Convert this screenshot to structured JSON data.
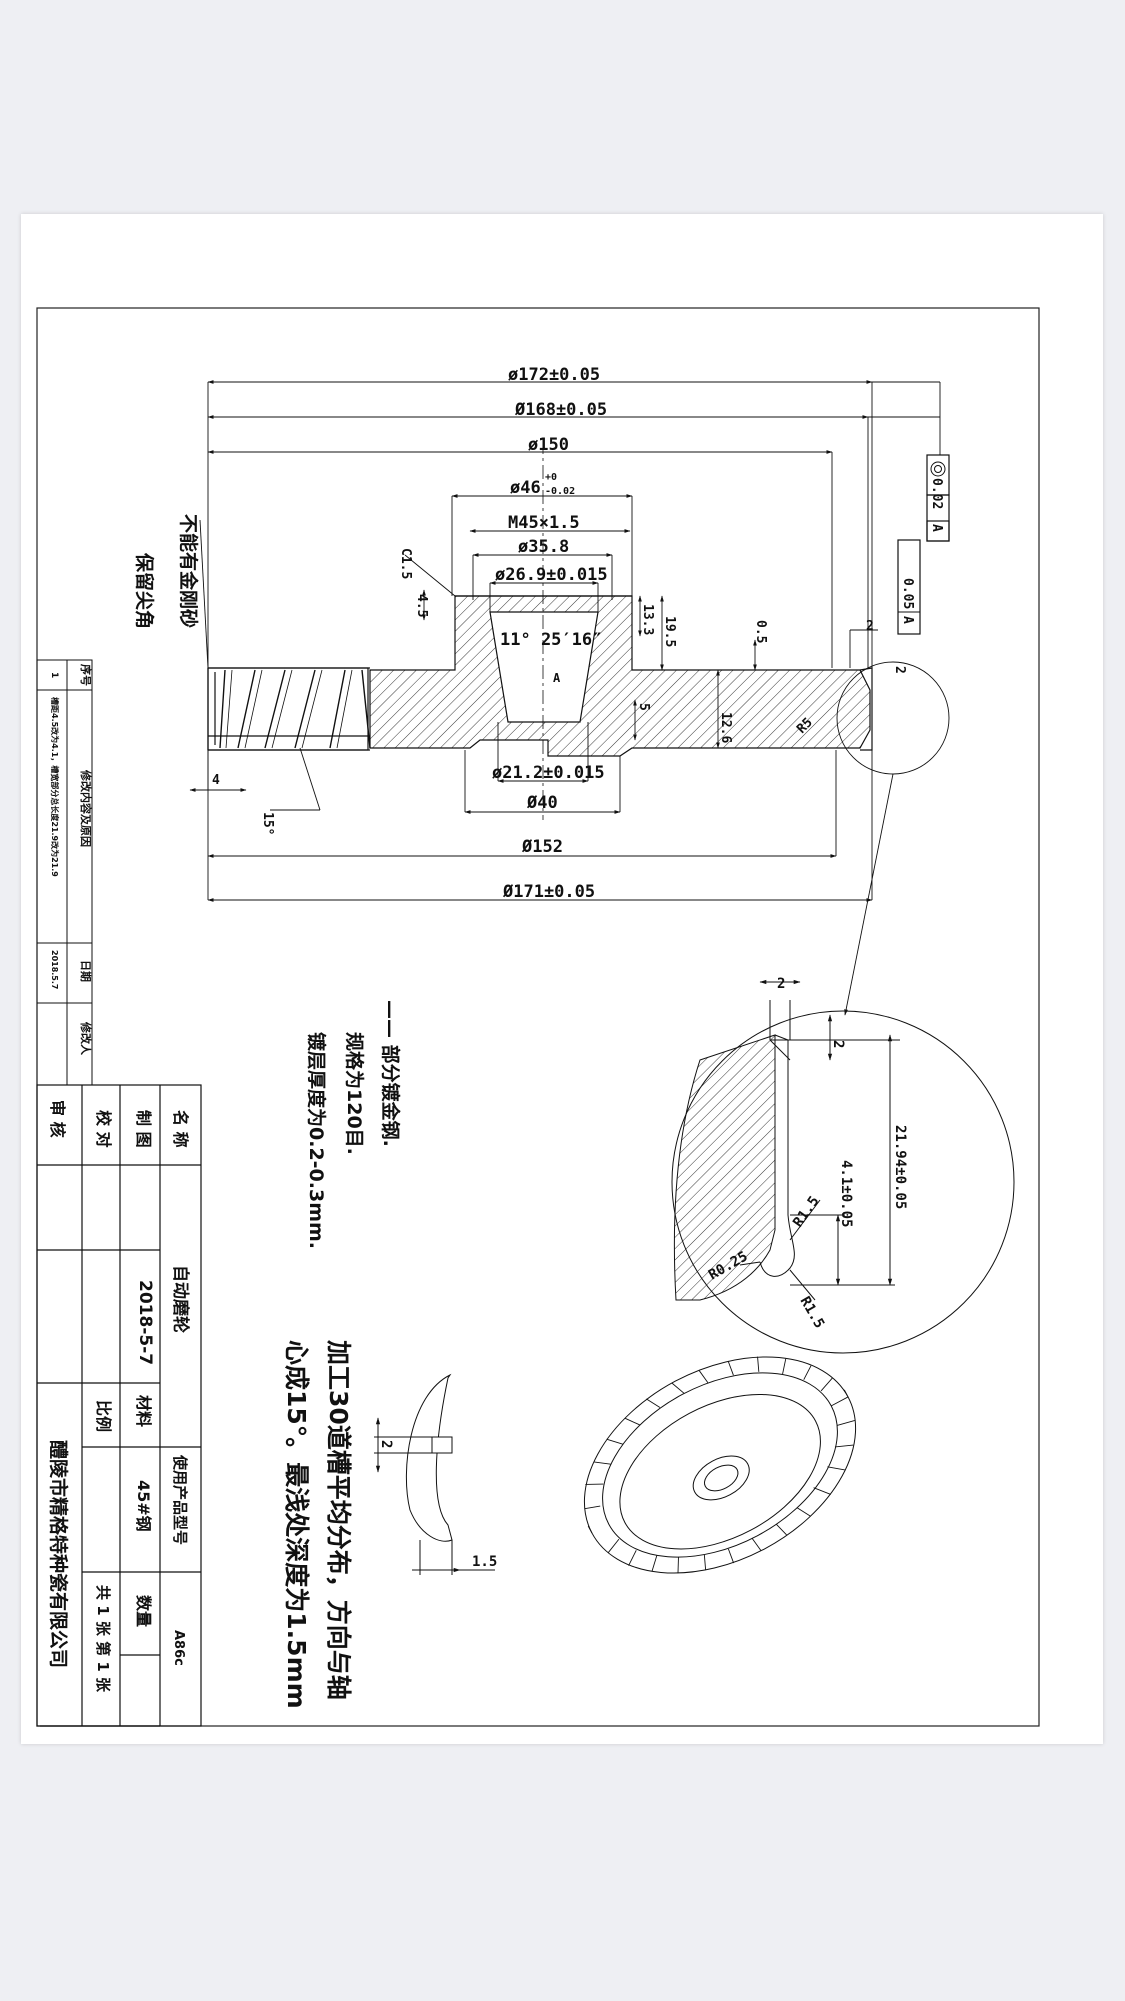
{
  "dimensions": {
    "d172": "ø172±0.05",
    "d168": "Ø168±0.05",
    "d150": "ø150",
    "d46": "ø46",
    "d46_tol_upper": "+0",
    "d46_tol_lower": "-0.02",
    "m45": "M45×1.5",
    "d35": "ø35.8",
    "d26": "ø26.9±0.015",
    "angle": "11° 25′16″",
    "d21": "ø21.2±0.015",
    "d40": "Ø40",
    "d152": "Ø152",
    "d171": "Ø171±0.05",
    "c15": "C1.5",
    "h45": "4.5",
    "h133": "13.3",
    "h195": "19.5",
    "h05": "0.5",
    "h5": "5",
    "h126": "12.6",
    "h2": "2",
    "w4": "4",
    "a15": "15°",
    "r5": "R5",
    "datum": "A"
  },
  "tolerances": {
    "concentricity_value": "0.02",
    "concentricity_datum": "A",
    "runout_value": "0.05",
    "runout_datum": "A"
  },
  "notes": {
    "no_sand_edge": "不能有金刚砂",
    "keep_sharp": "保留尖角",
    "diamond_plating": "—— 部分镀金钢.",
    "mesh_spec": "规格为120目.",
    "plating_thickness": "镀层厚度为0.2-0.3mm.",
    "groove_line1": "加工30道槽平均分布，方向与轴",
    "groove_line2": "心成15°。最浅处深度为1.5mm"
  },
  "detail": {
    "top2": "2",
    "side2": "2",
    "h2194": "21.94±0.05",
    "h41": "4.1±0.05",
    "r15a": "R1.5",
    "r15b": "R1.5",
    "r025": "R0.25"
  },
  "groove_view": {
    "w2": "2",
    "w15": "1.5"
  },
  "revision_table": {
    "header": [
      "序号",
      "修改内容及原因",
      "日期",
      "修改人"
    ],
    "rows": [
      [
        "1",
        "槽距4.5改为4.1，槽宽部分总长度21.9改为21.9",
        "2018.5.7",
        ""
      ]
    ]
  },
  "title_block": {
    "name_label": "名 称",
    "name": "自动磨轮",
    "model_label": "使用产品型号",
    "model": "A86c",
    "drawn_label": "制 图",
    "drawn_date": "2018-5-7",
    "material_label": "材料",
    "material": "45#钢",
    "qty_label": "数量",
    "checked_label": "校 对",
    "scale_label": "比例",
    "sheets": "共 1 张 第 1 张",
    "review_label": "审 核",
    "company": "醴陵市精格特种瓷有限公司"
  }
}
